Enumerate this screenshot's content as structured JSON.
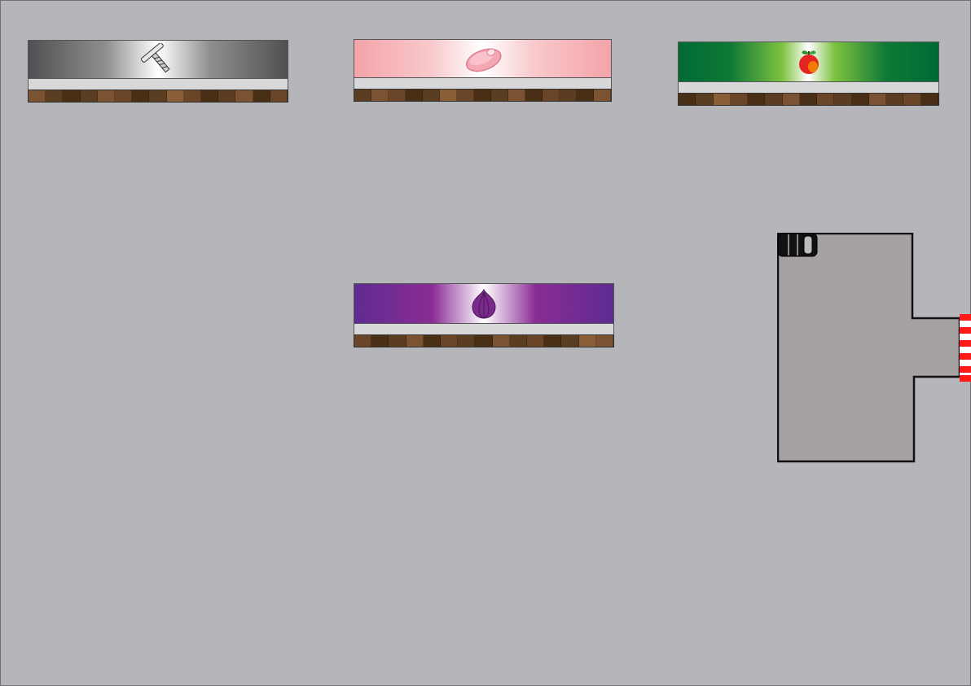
{
  "scene": {
    "background_color": "#b5b6ba",
    "border_color": "#6f7074"
  },
  "shelves": [
    {
      "id": "hardware",
      "icon": "screw-icon",
      "banner_color": "#4f5052"
    },
    {
      "id": "meat",
      "icon": "meat-icon",
      "banner_color": "#f4a3a9"
    },
    {
      "id": "produce",
      "icon": "apple-icon",
      "banner_color": "#006a35"
    },
    {
      "id": "onion",
      "icon": "onion-icon",
      "banner_color": "#5e2c91"
    }
  ],
  "wood_palette": [
    "#7b5332",
    "#5b3d22",
    "#4a2f17",
    "#6a4528",
    "#8a5f38"
  ],
  "parking": {
    "lot_color": "#a6a2a3",
    "outline_color": "#111111",
    "entrance_stripe_colors": [
      "#ff1a1a",
      "#ffffff"
    ],
    "cars": [
      {
        "id": "red",
        "color": "#e01e50"
      },
      {
        "id": "gray",
        "color": "#5f6063"
      },
      {
        "id": "blue",
        "color": "#4a95b8"
      },
      {
        "id": "black",
        "color": "#111111"
      }
    ]
  }
}
